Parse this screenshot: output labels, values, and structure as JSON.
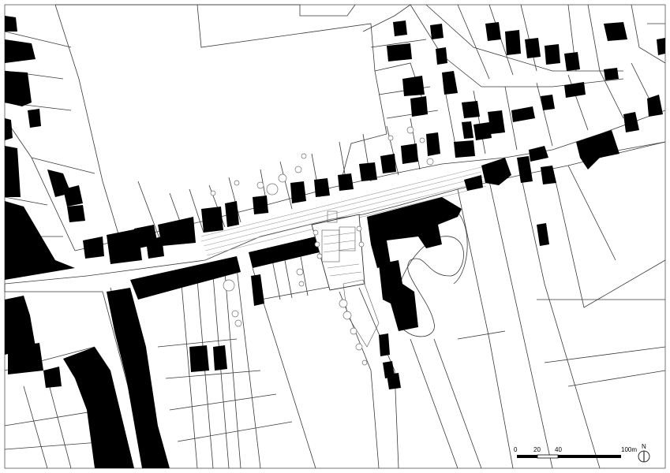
{
  "scale_bar": {
    "labels": [
      "0",
      "20",
      "40",
      "100m"
    ]
  },
  "north_arrow": {
    "label": "N"
  },
  "colors": {
    "background": "#ffffff",
    "buildings": "#000000",
    "parcel_lines": "#3a3a3a",
    "trees": "#6e6e6e"
  }
}
